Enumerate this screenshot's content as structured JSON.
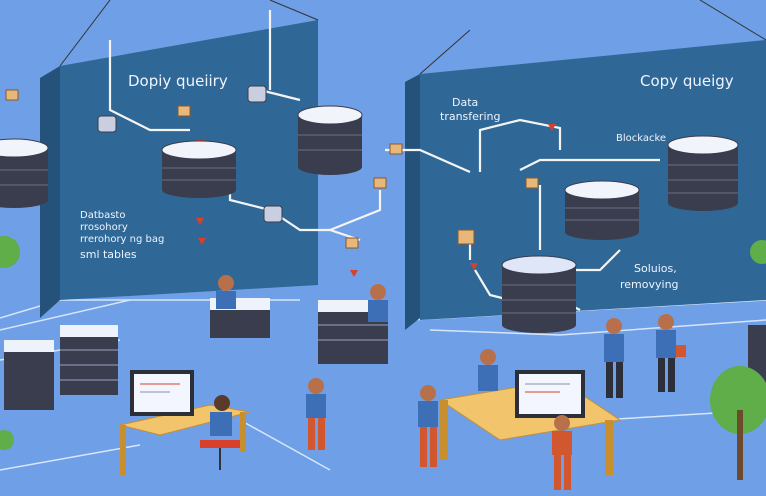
{
  "scene": {
    "left_board": {
      "title": "Dopiy queiiry",
      "line1": "Datbasto",
      "line2": "rrosohory",
      "line3": "rrerohory ng bag",
      "line4": "sml tables"
    },
    "right_board": {
      "title": "Copy queigy",
      "data_line1": "Data",
      "data_line2": "transfering",
      "blockade": "Blockacke",
      "solutions_line1": "Soluios,",
      "solutions_line2": "removying"
    },
    "colors": {
      "sky": "#6f9fe6",
      "board": "#2f6896",
      "board_dark": "#24527a",
      "db_top": "#f2f4fb",
      "db_body": "#3a3d4e",
      "desk": "#f2c46c",
      "accent_red": "#d9402b"
    }
  }
}
